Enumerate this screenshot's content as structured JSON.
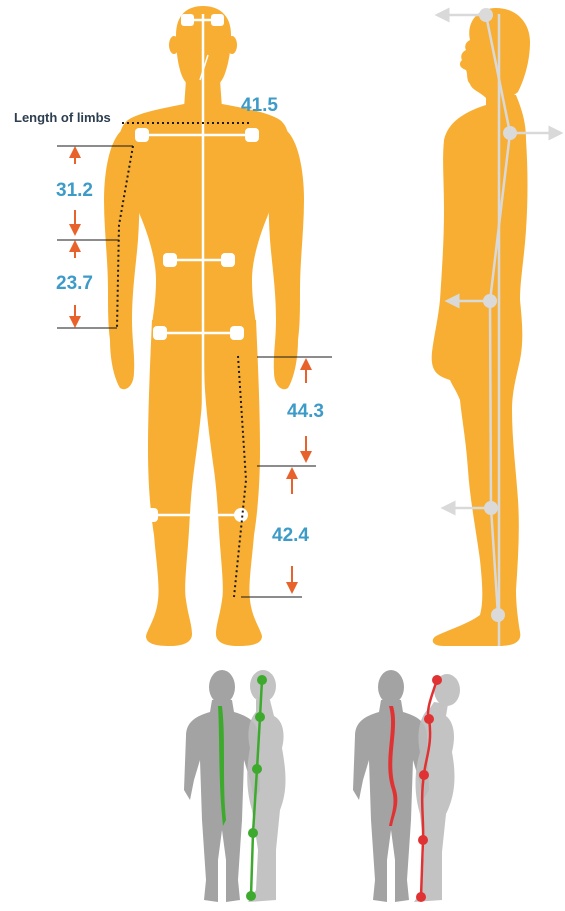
{
  "labels": {
    "length_of_limbs": "Length of limbs"
  },
  "measurements": {
    "shoulder_width": "41.5",
    "upper_arm": "31.2",
    "forearm": "23.7",
    "thigh": "44.3",
    "shin": "42.4"
  },
  "colors": {
    "body_fill": "#F8AE33",
    "measurement_text": "#3D9BC8",
    "label_text": "#2C3E50",
    "arrow": "#E8632B",
    "skeleton_line": "#FFFFFF",
    "profile_line": "#D9D9D9",
    "silhouette_gray": "#A3A3A3",
    "good_spine": "#3DAA2E",
    "bad_spine": "#E03232"
  }
}
